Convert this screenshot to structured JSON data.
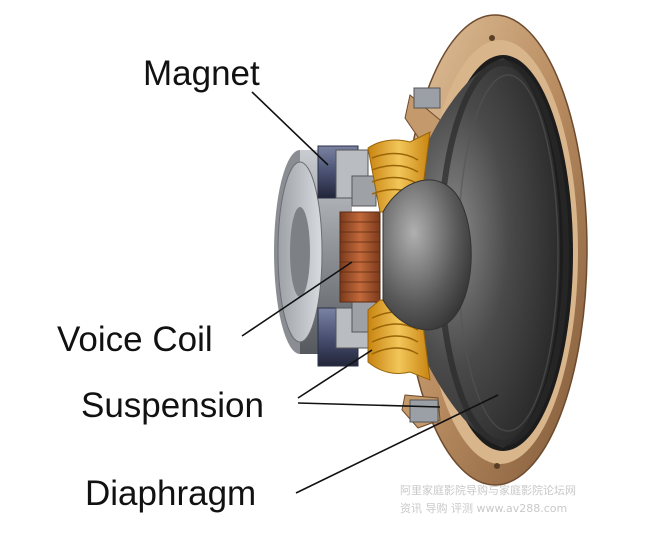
{
  "labels": {
    "magnet": "Magnet",
    "voice_coil": "Voice Coil",
    "suspension": "Suspension",
    "diaphragm": "Diaphragm"
  },
  "watermark": {
    "line1": "阿里家庭影院导购与家庭影院论坛网",
    "line2": "资讯 导购 评测 www.av288.com"
  },
  "colors": {
    "frame": "#b98c60",
    "cone": "#3d3d3d",
    "spider": "#e3a81c",
    "coil": "#a6532d",
    "magnet": "#5f6784",
    "pole": "#a5aab0"
  }
}
